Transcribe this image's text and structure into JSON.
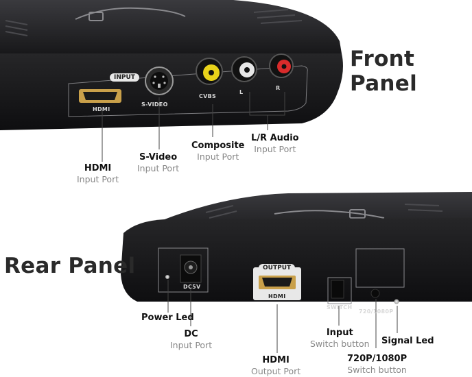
{
  "front_panel": {
    "heading": "Front Panel",
    "printed": {
      "input_tag": "INPUT",
      "hdmi": "HDMI",
      "svideo": "S-VIDEO",
      "cvbs": "CVBS",
      "l": "L",
      "r": "R"
    },
    "callouts": {
      "hdmi": {
        "name": "HDMI",
        "sub": "Input Port"
      },
      "svideo": {
        "name": "S-Video",
        "sub": "Input Port"
      },
      "composite": {
        "name": "Composite",
        "sub": "Input Port"
      },
      "audio": {
        "name": "L/R Audio",
        "sub": "Input Port"
      }
    }
  },
  "rear_panel": {
    "heading": "Rear Panel",
    "printed": {
      "output_tag": "OUTPUT",
      "hdmi": "HDMI",
      "dc": "DC5V",
      "switch": "SWITCH",
      "res": "720/1080P"
    },
    "callouts": {
      "power_led": {
        "name": "Power  Led",
        "sub": ""
      },
      "dc": {
        "name": "DC",
        "sub": "Input Port"
      },
      "hdmi": {
        "name": "HDMI",
        "sub": "Output Port"
      },
      "input_sw": {
        "name": "Input",
        "sub": "Switch button"
      },
      "res_sw": {
        "name": "720P/1080P",
        "sub": "Switch button"
      },
      "signal": {
        "name": "Signal Led",
        "sub": ""
      }
    }
  },
  "colors": {
    "device_body": "#1e1e20",
    "device_top": "#2b2b2e",
    "gold": "#c9a04a",
    "rca_yellow": "#e8d21a",
    "rca_white": "#e6e6e6",
    "rca_red": "#d92b2b"
  }
}
